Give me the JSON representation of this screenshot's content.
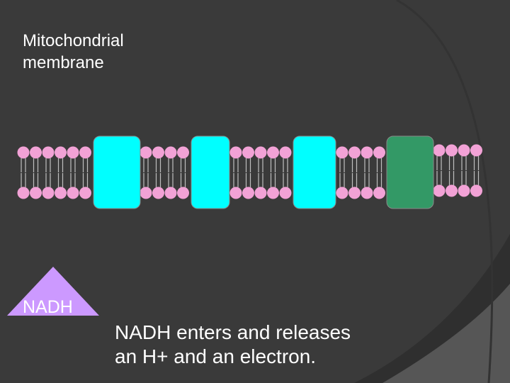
{
  "slide": {
    "title": "Mitochondrial\nmembrane",
    "caption": "NADH enters and releases\nan H+ and an electron."
  },
  "diagram": {
    "nadh_label": "NADH",
    "colors": {
      "background": "#3a3a3a",
      "swoosh_dark": "#2e2e2e",
      "swoosh_light": "#4a4a4a",
      "phospholipid_head": "#f2a2d6",
      "phospholipid_tail": "#bfbfbf",
      "protein_cyan": "#00ffff",
      "protein_green": "#339966",
      "nadh_fill": "#cc99ff"
    }
  }
}
